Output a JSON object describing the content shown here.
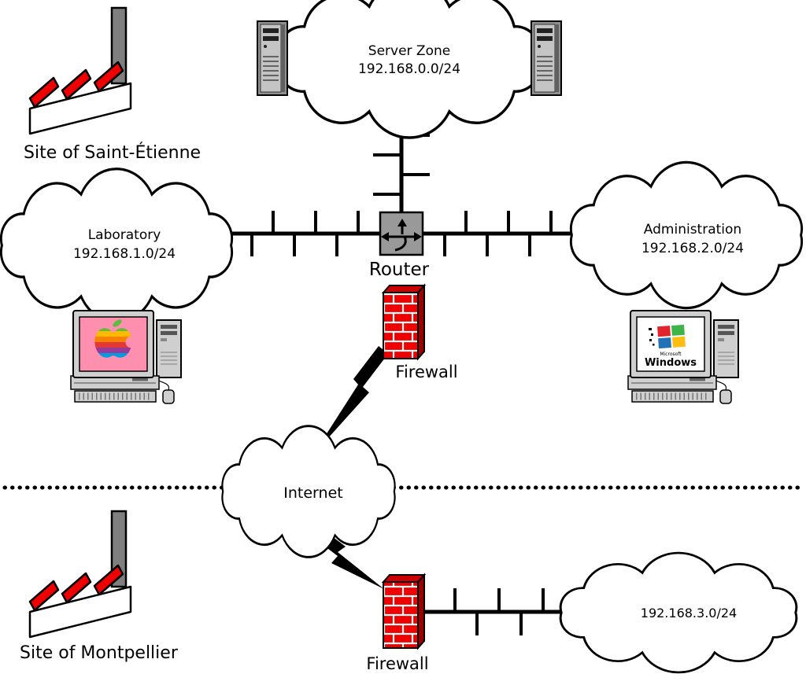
{
  "diagram": {
    "sites": {
      "saint_etienne": "Site of Saint-Étienne",
      "montpellier": "Site of Montpellier"
    },
    "clouds": {
      "server_zone": {
        "title": "Server Zone",
        "subnet": "192.168.0.0/24"
      },
      "laboratory": {
        "title": "Laboratory",
        "subnet": "192.168.1.0/24"
      },
      "administration": {
        "title": "Administration",
        "subnet": "192.168.2.0/24"
      },
      "internet": {
        "title": "Internet"
      },
      "montpellier_lan": {
        "subnet": "192.168.3.0/24"
      }
    },
    "devices": {
      "router_label": "Router",
      "firewall_hq_label": "Firewall",
      "firewall_branch_label": "Firewall"
    },
    "workstation_windows": {
      "brand_small": "Microsoft",
      "brand": "Windows"
    },
    "colors": {
      "firewall_red": "#ee0000",
      "factory_red": "#ee0000",
      "router_gray": "#999999",
      "mac_screen_pink": "#ff8fae"
    }
  }
}
